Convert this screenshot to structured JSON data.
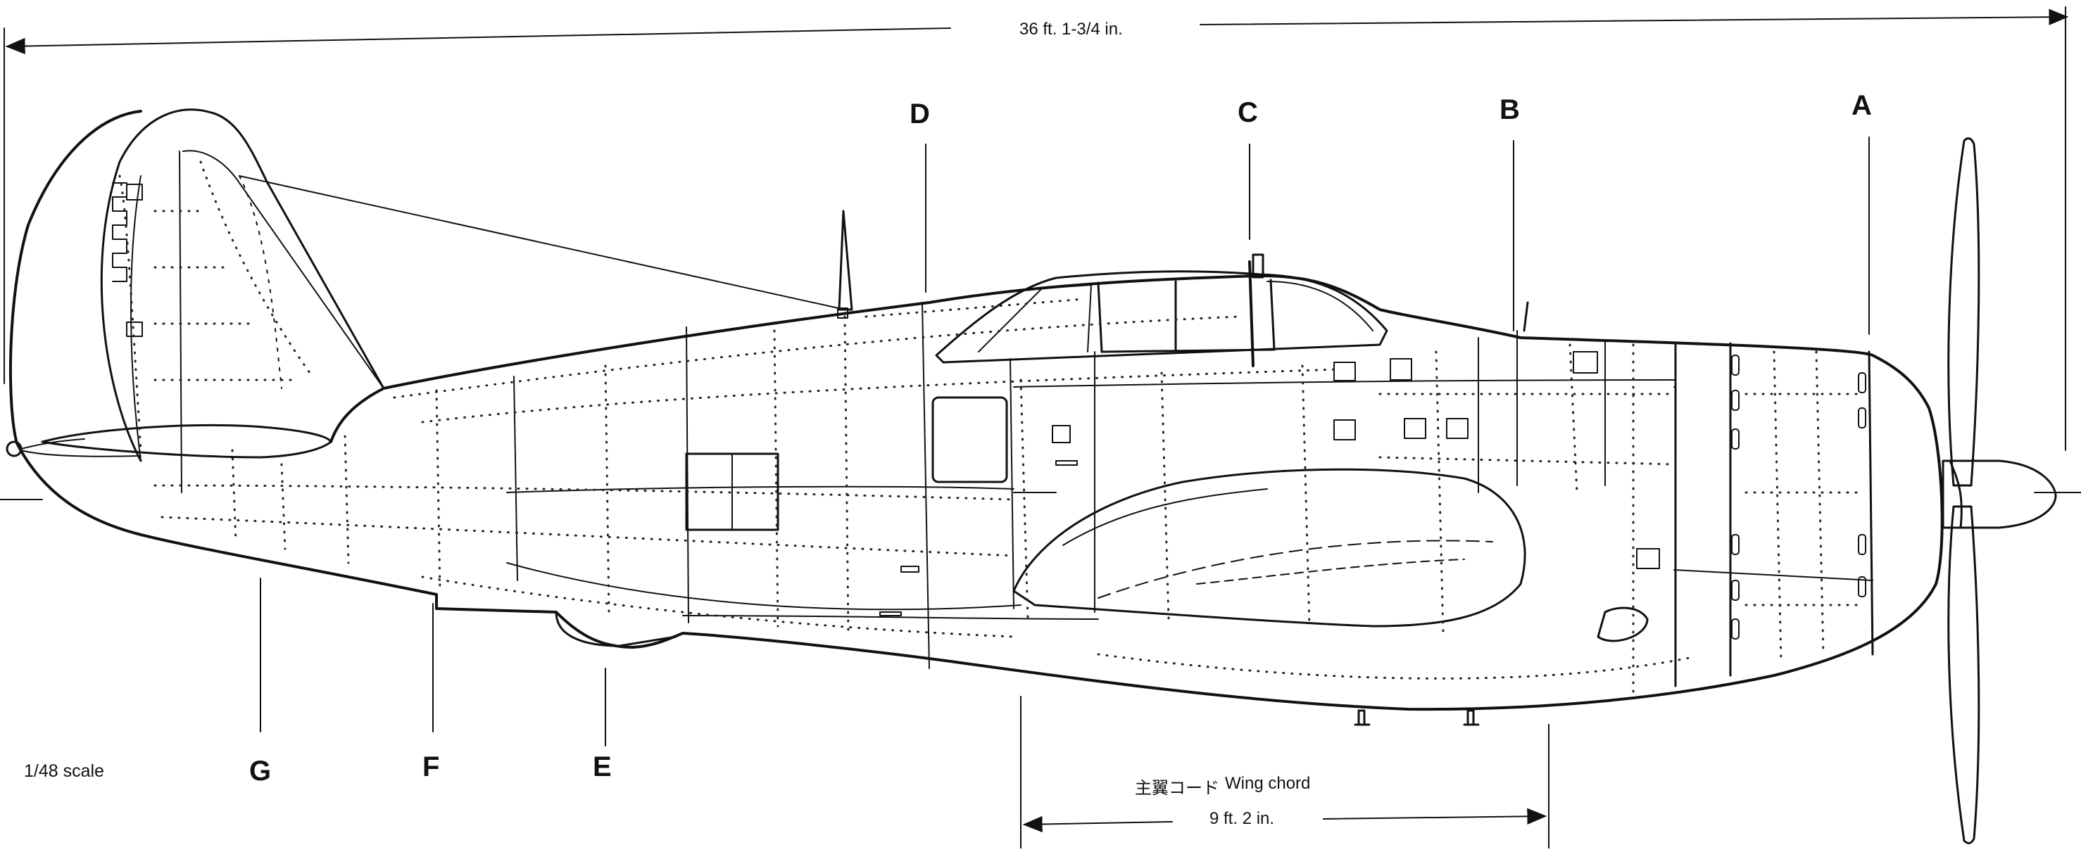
{
  "dimensions": {
    "length": "36 ft. 1-3/4 in.",
    "wing_chord_ja": "主翼コード",
    "wing_chord_en": "Wing chord",
    "wing_chord_value": "9 ft. 2 in."
  },
  "scale": "1/48 scale",
  "section_labels": {
    "A": "A",
    "B": "B",
    "C": "C",
    "D": "D",
    "E": "E",
    "F": "F",
    "G": "G"
  },
  "colors": {
    "line": "#111111",
    "background": "#ffffff"
  }
}
